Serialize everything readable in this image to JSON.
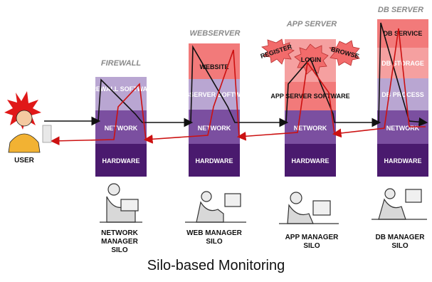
{
  "user": {
    "label": "USER"
  },
  "silos": [
    {
      "title": "FIREWALL",
      "layers": {
        "top": "FIREWALL SOFTWARE",
        "network": "NETWORK",
        "hardware": "HARDWARE"
      },
      "manager": [
        "NETWORK",
        "MANAGER",
        "SILO"
      ]
    },
    {
      "title": "WEBSERVER",
      "layers": {
        "website": "WEBSITE",
        "software": "WEBSERVER SOFTWARE",
        "network": "NETWORK",
        "hardware": "HARDWARE"
      },
      "manager": [
        "WEB MANAGER",
        "SILO"
      ]
    },
    {
      "title": "APP SERVER",
      "layers": {
        "software": "APP SERVER SOFTWARE",
        "network": "NETWORK",
        "hardware": "HARDWARE"
      },
      "bursts": [
        "REGISTER",
        "LOGIN",
        "BROWSE"
      ],
      "manager": [
        "APP MANAGER",
        "SILO"
      ]
    },
    {
      "title": "DB SERVER",
      "layers": {
        "service": "DB SERVICE",
        "storage": "DB STORAGE",
        "process": "DB PROCESS",
        "network": "NETWORK",
        "hardware": "HARDWARE"
      },
      "manager": [
        "DB MANAGER",
        "SILO"
      ]
    }
  ],
  "caption": "Silo-based Monitoring",
  "colors": {
    "hardware": "#4a1a6e",
    "network": "#7b4fa0",
    "software": "#b9a6d2",
    "red_layer": "#f27a7a",
    "burst": "#f26b6b",
    "arrow_black": "#111111",
    "arrow_red": "#cc1111"
  }
}
